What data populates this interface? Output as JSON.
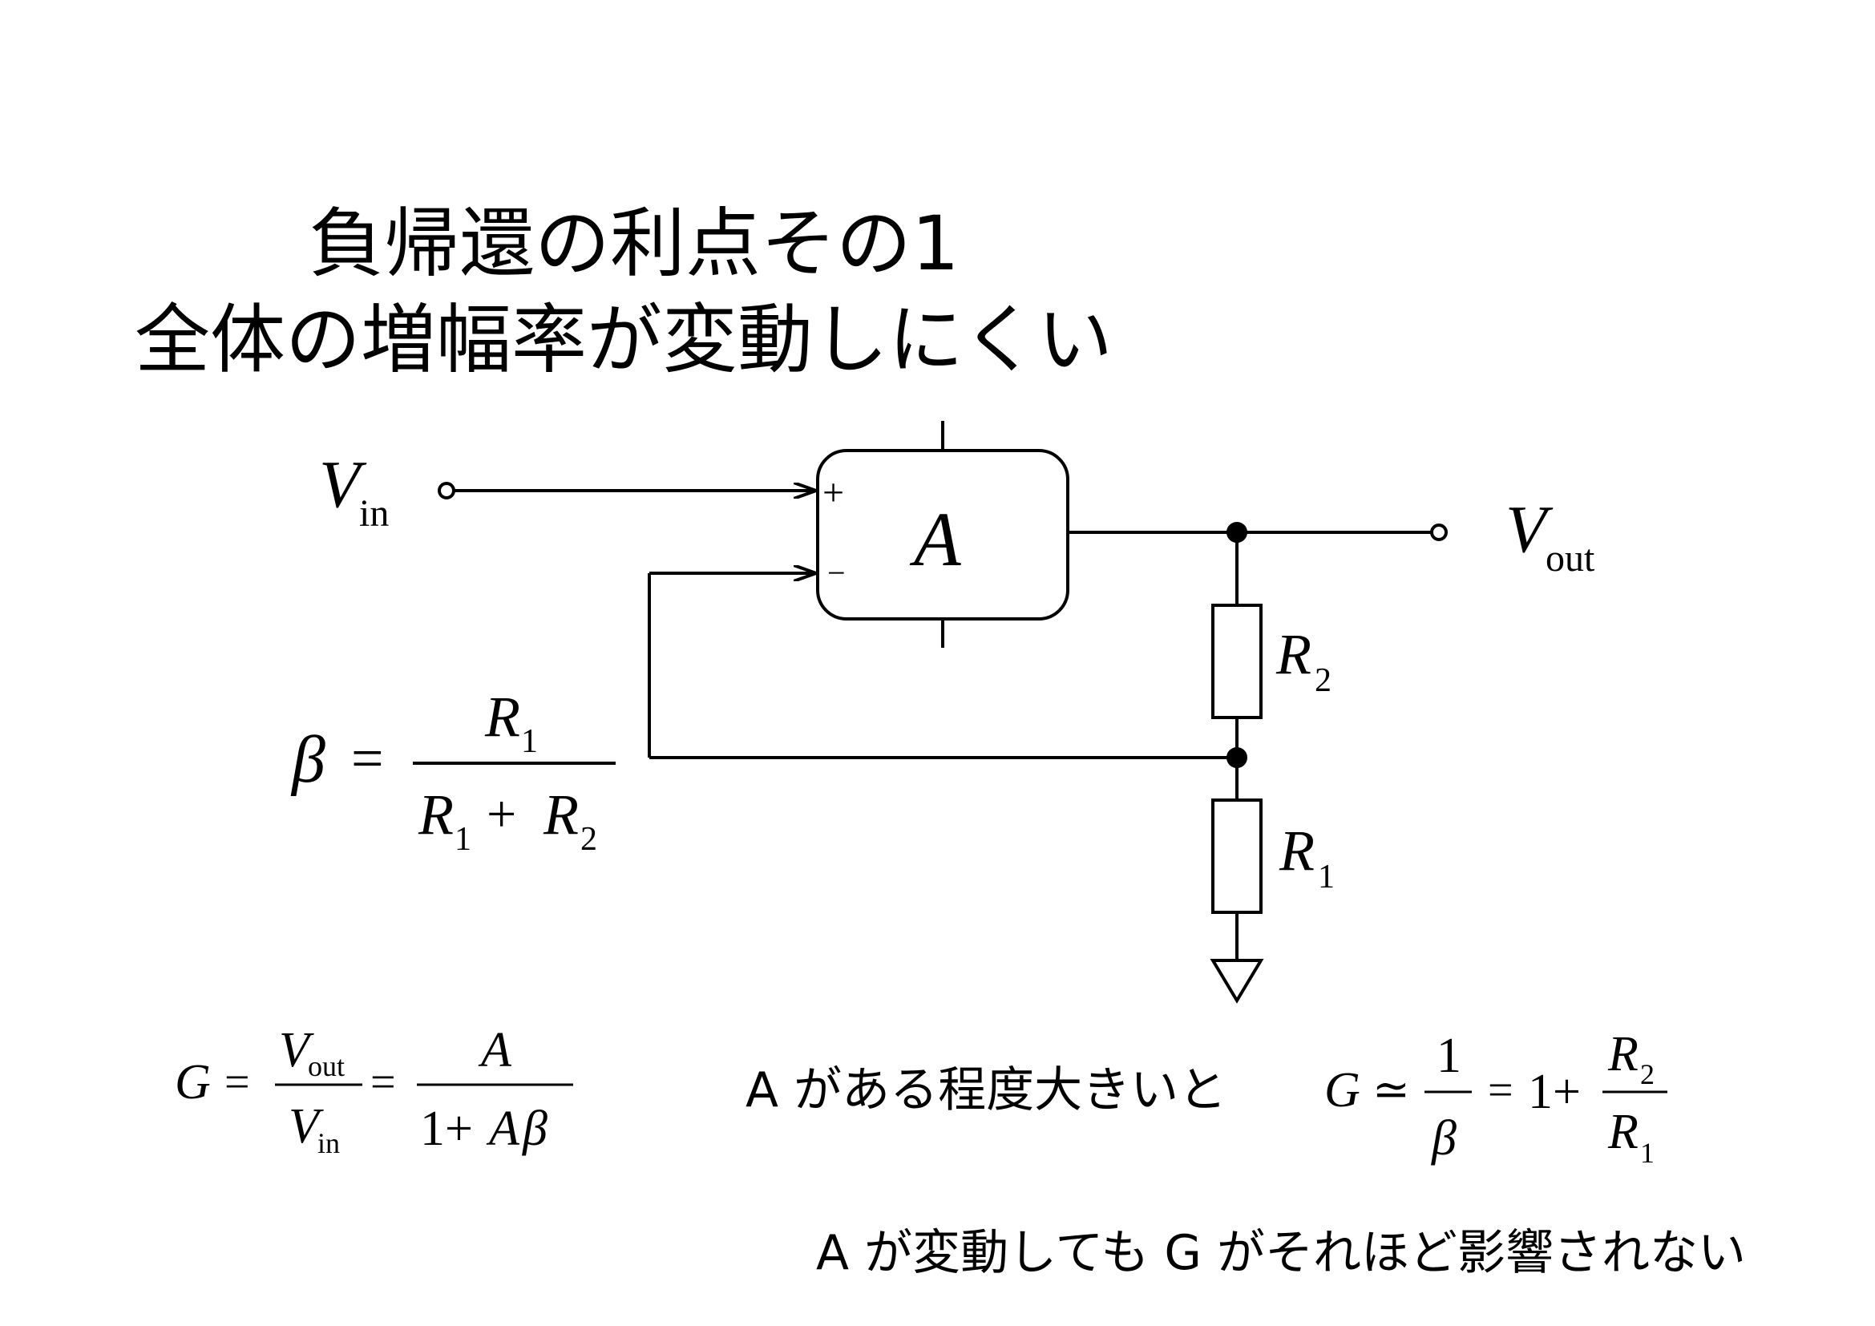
{
  "title": {
    "line1": "負帰還の利点その1",
    "line2": "全体の増幅率が変動しにくい"
  },
  "circuit": {
    "input_label": "V",
    "input_sub": "in",
    "output_label": "V",
    "output_sub": "out",
    "amp_label": "A",
    "plus_sign": "+",
    "minus_sign": "−",
    "r2_label": "R",
    "r2_sub": "2",
    "r1_label": "R",
    "r1_sub": "1"
  },
  "beta_formula": {
    "lhs": "β",
    "eq": "=",
    "num_R": "R",
    "num_sub": "1",
    "den_R1": "R",
    "den_sub1": "1",
    "den_plus": "+",
    "den_R2": "R",
    "den_sub2": "2"
  },
  "gain_formula": {
    "G": "G",
    "eq": "=",
    "num_V": "V",
    "num_sub": "out",
    "den_V": "V",
    "den_sub": "in",
    "eq2": "=",
    "num2": "A",
    "den2_one": "1+",
    "den2_A": "A",
    "den2_beta": "β"
  },
  "approx_formula": {
    "G": "G",
    "approx": "≃",
    "num1": "1",
    "den1": "β",
    "eq": "=",
    "one_plus": "1+",
    "num_R": "R",
    "num_sub": "2",
    "den_R": "R",
    "den_sub": "1"
  },
  "text": {
    "condition": "A がある程度大きいと",
    "conclusion": "A が変動しても G がそれほど影響されない"
  }
}
